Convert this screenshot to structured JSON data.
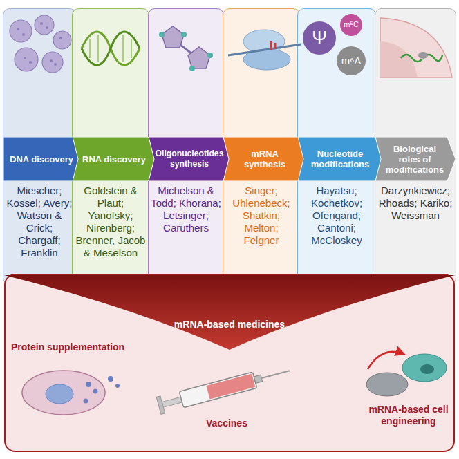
{
  "diagram": {
    "nodes": [
      {
        "text": [
          "Miescher; Kossel; Avery; Watson & Crick; Chargaff; Franklin"
        ]
      },
      {
        "text": [
          "DNA discovery"
        ],
        "in": 0
      },
      {
        "text": [
          "Goldstein & Plaut; Yanofsky; Nirenberg; Brenner, Jacob & Meselson"
        ]
      },
      {
        "text": [
          "RNA discovery"
        ],
        "in": 2
      },
      {
        "text": [
          "Michelson & Todd; Khorana; Letsinger; Caruthers"
        ]
      },
      {
        "text": [
          "Oligonucleotides synthesis"
        ],
        "in": 4
      },
      {
        "text": [
          "Singer; Uhlenebeck; Shatkin; Melton; Felgner"
        ]
      },
      {
        "text": [
          "mRNA synthesis"
        ],
        "in": 6
      },
      {
        "text": [
          "Hayatsu; Kochetkov; Ofengand; Cantoni; McCloskey"
        ]
      },
      {
        "text": [
          "Nucleotide modifications"
        ],
        "in": 8
      },
      {
        "text": [
          "Darzynkiewicz; Rhoads; Kariko; Weissman"
        ]
      },
      {
        "text": [
          "Biological roles of modifications"
        ],
        "in": 10
      },
      {
        "text": [
          "mRNA-based medicines"
        ]
      }
    ],
    "labels": [
      "Ψ",
      "m⁵C",
      "m⁶A",
      "Protein supplementation",
      "Vaccines",
      "mRNA-based cell engineering"
    ]
  }
}
